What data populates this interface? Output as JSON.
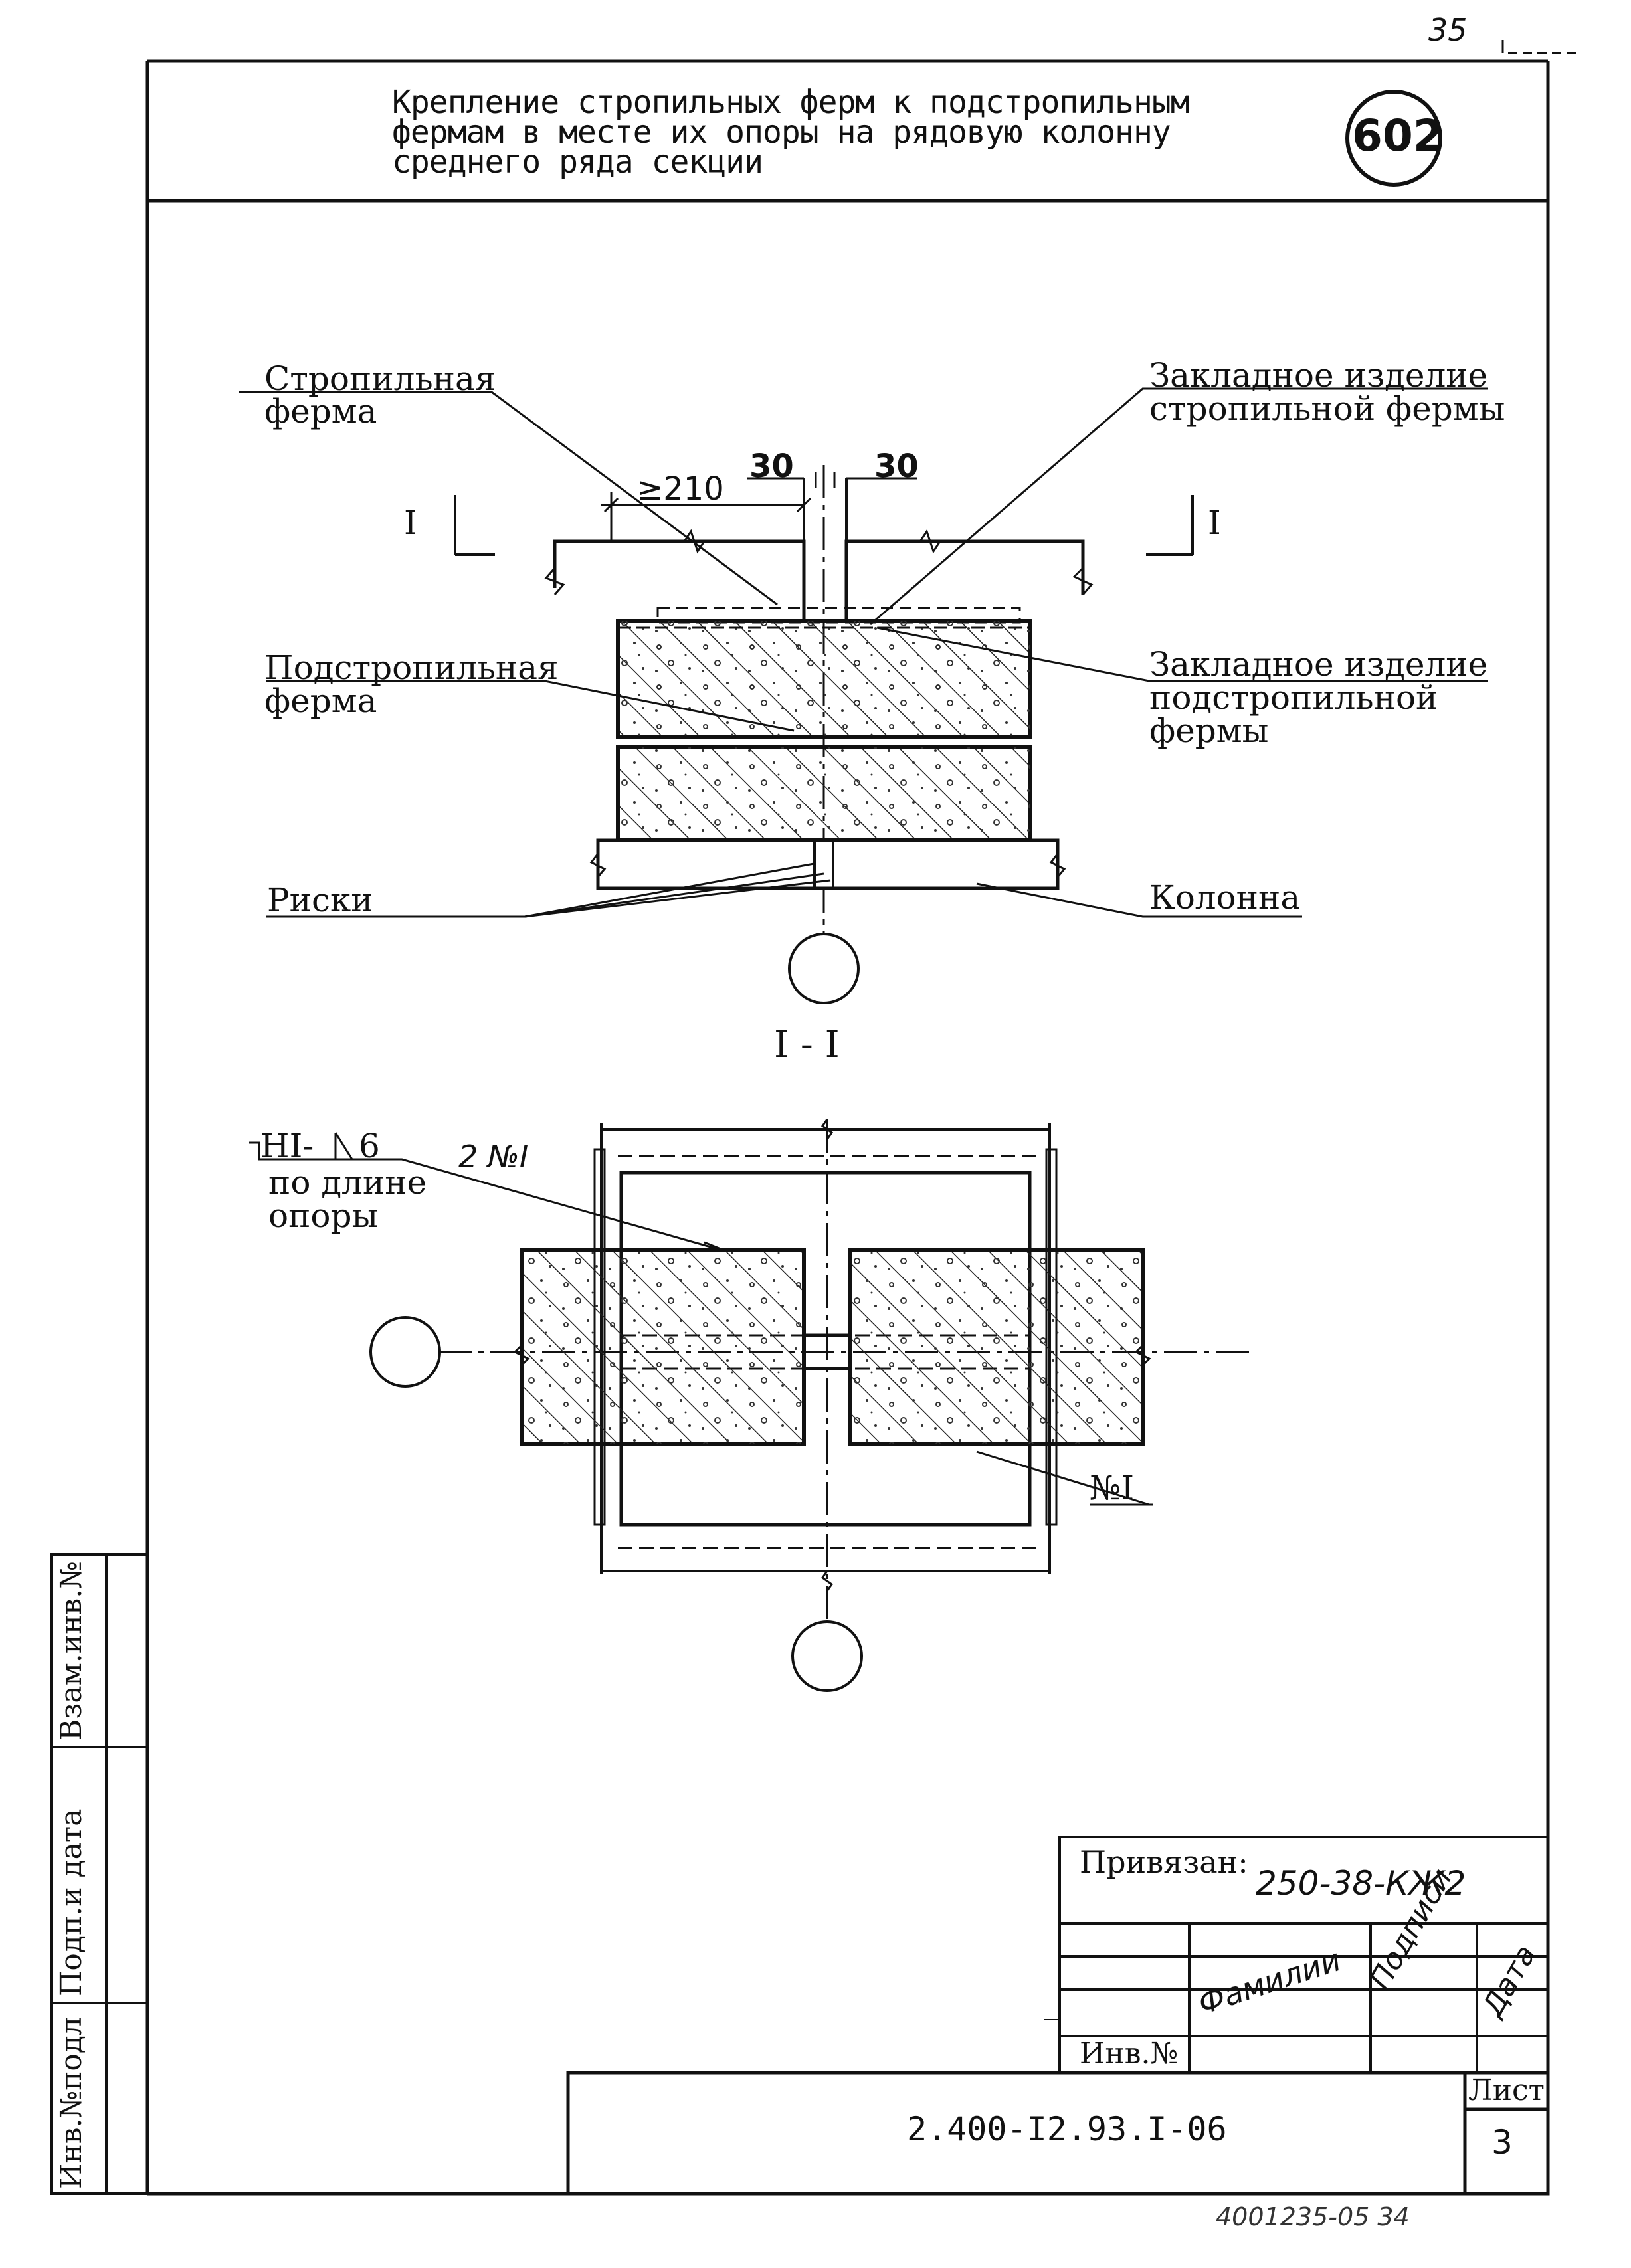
{
  "page_number": "35",
  "header": {
    "title_lines": [
      "Крепление стропильных ферм к подстропильным",
      "фермам в месте их опоры на рядовую колонну",
      "среднего ряда секции"
    ],
    "badge": "602"
  },
  "callouts": {
    "truss": [
      "Стропильная",
      "ферма"
    ],
    "embed_truss": [
      "Закладное изделие",
      "стропильной фермы"
    ],
    "sub_truss": [
      "Подстропильная",
      "ферма"
    ],
    "embed_sub": [
      "Закладное изделие",
      "подстропильной",
      "фермы"
    ],
    "marks": "Риски",
    "column": "Колонна"
  },
  "dimensions": {
    "min_length": "≥210",
    "left_gap": "30",
    "right_gap": "30"
  },
  "section": {
    "marker": "I",
    "title": "I - I"
  },
  "weld": {
    "symbol": "НI-",
    "leg": "6",
    "note": [
      "по длине",
      "опоры"
    ],
    "qty_mark": "2 №I",
    "bottom_mark": "№I"
  },
  "side_stamp": {
    "col1": "Инв.№подл",
    "col2": "Подп.и дата",
    "col3": "Взам.инв.№"
  },
  "binding": {
    "label": "Привязан:",
    "code": "250-38-КЖ2",
    "col_surname": "Фамилии",
    "col_signature": "Подписи",
    "col_date": "Дата",
    "inv": "Инв.№"
  },
  "title_block": {
    "doc_code": "2.400-I2.93.I-06",
    "sheet_label": "Лист",
    "sheet_num": "3"
  },
  "footer_mark": "4001235-05 34"
}
